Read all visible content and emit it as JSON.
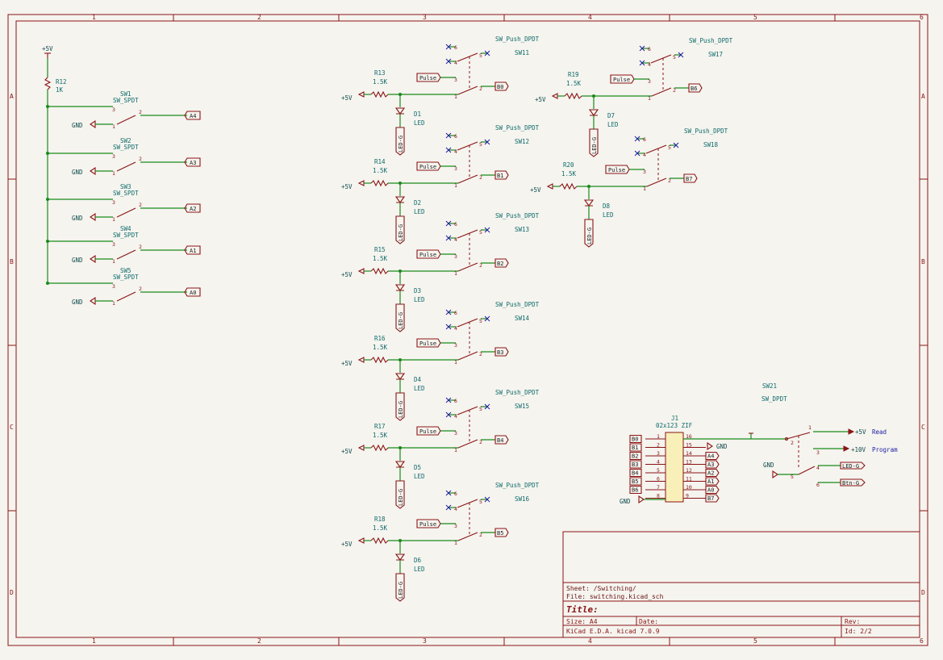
{
  "border": {
    "columns": [
      "1",
      "2",
      "3",
      "4",
      "5",
      "6"
    ],
    "rows": [
      "A",
      "B",
      "C",
      "D"
    ]
  },
  "power": {
    "p5v": "+5V",
    "gnd": "GND",
    "p10v": "+10V"
  },
  "left_switches": [
    {
      "ref": "SW1",
      "value": "SW_SPDT",
      "label": "A4"
    },
    {
      "ref": "SW2",
      "value": "SW_SPDT",
      "label": "A3"
    },
    {
      "ref": "SW3",
      "value": "SW_SPDT",
      "label": "A2"
    },
    {
      "ref": "SW4",
      "value": "SW_SPDT",
      "label": "A1"
    },
    {
      "ref": "SW5",
      "value": "SW_SPDT",
      "label": "A0"
    }
  ],
  "r12": {
    "ref": "R12",
    "value": "1K"
  },
  "channels": [
    {
      "sw": "SW11",
      "r": "R13",
      "d": "D1",
      "out": "B0"
    },
    {
      "sw": "SW12",
      "r": "R14",
      "d": "D2",
      "out": "B1"
    },
    {
      "sw": "SW13",
      "r": "R15",
      "d": "D3",
      "out": "B2"
    },
    {
      "sw": "SW14",
      "r": "R16",
      "d": "D4",
      "out": "B3"
    },
    {
      "sw": "SW15",
      "r": "R17",
      "d": "D5",
      "out": "B4"
    },
    {
      "sw": "SW16",
      "r": "R18",
      "d": "D6",
      "out": "B5"
    },
    {
      "sw": "SW17",
      "r": "R19",
      "d": "D7",
      "out": "B6"
    },
    {
      "sw": "SW18",
      "r": "R20",
      "d": "D8",
      "out": "B7"
    }
  ],
  "common": {
    "sw_value": "SW_Push_DPDT",
    "r_value": "1.5K",
    "d_value": "LED",
    "pulse": "Pulse",
    "led_g": "LED-G"
  },
  "pins": {
    "p1": "1",
    "p2": "2",
    "p3": "3",
    "p4": "4",
    "p5": "5",
    "p6": "6"
  },
  "j1": {
    "ref": "J1",
    "value": "02x123 ZIF",
    "left_labels": [
      "B0",
      "B1",
      "B2",
      "B3",
      "B4",
      "B5",
      "B6"
    ],
    "left_pins": [
      "1",
      "2",
      "3",
      "4",
      "5",
      "6",
      "7",
      "8"
    ],
    "right_pins": [
      "16",
      "15",
      "14",
      "13",
      "12",
      "11",
      "10",
      "9"
    ],
    "right_labels": [
      "A4",
      "A3",
      "A2",
      "A1",
      "A0",
      "B7"
    ]
  },
  "sw21": {
    "ref": "SW21",
    "value": "SW_DPDT",
    "read": "Read",
    "program": "Program",
    "btn_g": "Btn-G"
  },
  "title_block": {
    "sheet": "Sheet: /Switching/",
    "file": "File: switching.kicad_sch",
    "title": "Title:",
    "size": "Size: A4",
    "date": "Date:",
    "rev": "Rev:",
    "tool": "KiCad E.D.A.  kicad 7.0.9",
    "id": "Id: 2/2"
  }
}
